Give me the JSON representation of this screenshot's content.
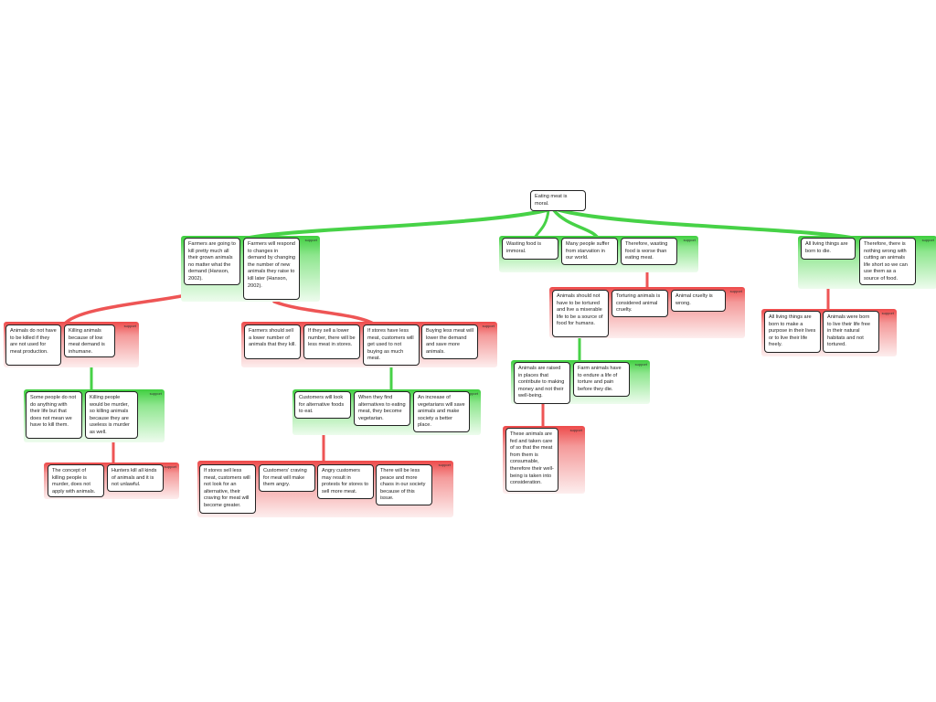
{
  "group_label": "support",
  "colors": {
    "support": "#47d247",
    "objection": "#ee5555"
  },
  "nodes": {
    "root": "Eating meat is moral.",
    "a1": "Farmers are going to kill pretty much all their grown animals no matter what the demand (Hanson, 2002).",
    "a2": "Farmers will respond to changes in demand by changing the number of new animals they raise to kill later (Hanson, 2002).",
    "b1": "Wasting food is immoral.",
    "b2": "Many people suffer from starvation in our world.",
    "b3": "Therefore, wasting food is worse than eating meat.",
    "c1": "All living things are born to die.",
    "c2": "Therefore, there is nothing wrong with cutting an animals life short so we can use them as a source of food.",
    "d1": "Animals do not have to be killed if they are not used for meat production.",
    "d2": "Killing animals because of low meat demand is inhumane.",
    "e1": "Some people do not do anything with their life but that does not mean we have to kill them.",
    "e2": "Killing people would be murder, so killing animals because they are useless is murder as well.",
    "f1": "The concept of killing people is murder, does not apply with animals.",
    "f2": "Hunters kill all kinds of animals and it is not unlawful.",
    "g1": "Farmers should sell a lower number of animals that they kill.",
    "g2": "If they sell a lower number, there will be less meat in stores.",
    "g3": "If stores have less meat, customers will get used to not buying as much meat.",
    "g4": "Buying less meat will lower the demand and save more animals.",
    "h1": "Customers will look for alternative foods to eat.",
    "h2": "When they find alternatives to eating meat, they become vegetarian.",
    "h3": "An increase of vegetarians will save animals and make society a better place.",
    "i1": "If stores sell less meat, customers will not look for an alternative, their craving for meat will become greater.",
    "i2": "Customers' craving for meat will make them angry.",
    "i3": "Angry customers may result in protests for stores to sell more meat.",
    "i4": "There will be less peace and more chaos in our society because of this issue.",
    "j1": "Animals should not have to be tortured and live a miserable life to be a source of food for humans.",
    "j2": "Torturing animals is considered animal cruelty.",
    "j3": "Animal cruelty is wrong.",
    "k1": "Animals are raised in places that contribute to making money and not their well-being.",
    "k2": "Farm animals have to endure a life of torture and pain before they die.",
    "l1": "These animals are fed and taken care of so that the meat from them is consumable, therefore their well-being is taken into consideration.",
    "m1": "All living things are born to make a purpose in their lives or to live their life freely.",
    "m2": "Animals were born to live their life free in their natural habitats and not tortured."
  }
}
